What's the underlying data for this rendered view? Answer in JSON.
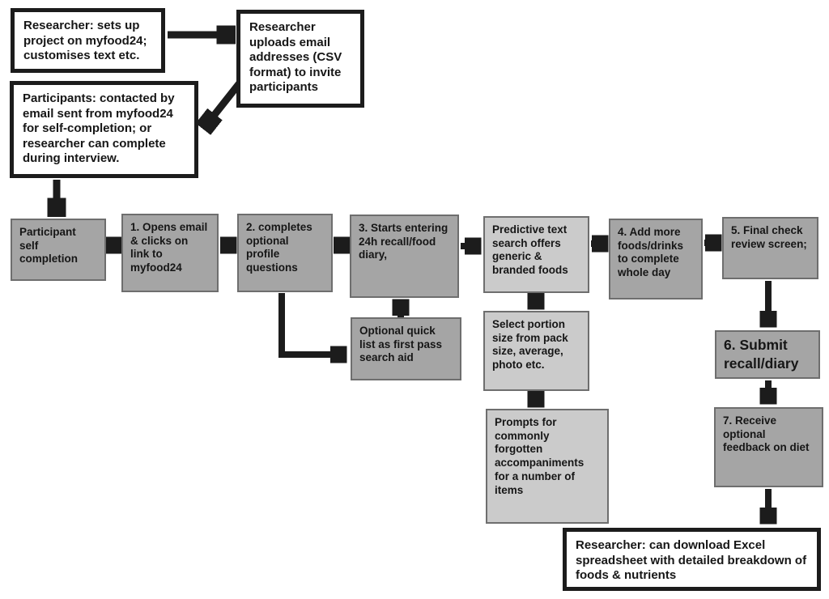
{
  "diagram": {
    "name": "myfood24 researcher and participant workflow flowchart",
    "colors": {
      "gray_box_fill": "#a5a5a5",
      "light_box_fill": "#cbcbcb",
      "gray_box_border": "#6e6e6e",
      "ink": "#1c1c1c",
      "background": "#ffffff"
    },
    "boxes": {
      "researcher_setup": {
        "lead": "Researcher:",
        "text": " sets up project on myfood24; customises text etc."
      },
      "researcher_upload": {
        "text": "Researcher uploads email addresses (CSV format) to invite participants"
      },
      "participants_contact": {
        "lead": "Participants:",
        "text": " contacted by email sent from myfood24 for self-completion; or researcher can complete during interview."
      },
      "participant_self": {
        "lead": "Participant",
        "text": " self completion"
      },
      "step1": {
        "text": "1. Opens email & clicks on link to myfood24"
      },
      "step2": {
        "text": "2. completes optional profile questions"
      },
      "step3": {
        "text": "3. Starts entering 24h recall/food diary,"
      },
      "predictive_search": {
        "text": "Predictive text search offers generic & branded foods"
      },
      "step4": {
        "text": "4. Add more foods/drinks to complete whole day"
      },
      "step5": {
        "text": "5. Final check review screen;"
      },
      "optional_quick_list": {
        "text": "Optional quick list as first pass search aid"
      },
      "select_portion": {
        "text": "Select portion size from pack size, average, photo etc."
      },
      "prompts": {
        "text": "Prompts for commonly forgotten accompaniments for a number of items"
      },
      "step6": {
        "text": "6. Submit recall/diary"
      },
      "step7": {
        "text": "7. Receive optional feedback on diet"
      },
      "researcher_download": {
        "lead": "Researcher:",
        "text": " can download Excel spreadsheet with detailed breakdown of foods & nutrients"
      }
    },
    "edges": [
      {
        "from": "researcher_setup",
        "to": "researcher_upload"
      },
      {
        "from": "researcher_upload",
        "to": "participants_contact"
      },
      {
        "from": "participants_contact",
        "to": "participant_self"
      },
      {
        "from": "participant_self",
        "to": "step1"
      },
      {
        "from": "step1",
        "to": "step2"
      },
      {
        "from": "step2",
        "to": "step3"
      },
      {
        "from": "step3",
        "to": "predictive_search"
      },
      {
        "from": "predictive_search",
        "to": "step4"
      },
      {
        "from": "step4",
        "to": "step5"
      },
      {
        "from": "step2",
        "to": "optional_quick_list"
      },
      {
        "from": "optional_quick_list",
        "to": "step3"
      },
      {
        "from": "predictive_search",
        "to": "select_portion"
      },
      {
        "from": "select_portion",
        "to": "prompts"
      },
      {
        "from": "step5",
        "to": "step6"
      },
      {
        "from": "step6",
        "to": "step7"
      },
      {
        "from": "step7",
        "to": "researcher_download"
      }
    ]
  }
}
